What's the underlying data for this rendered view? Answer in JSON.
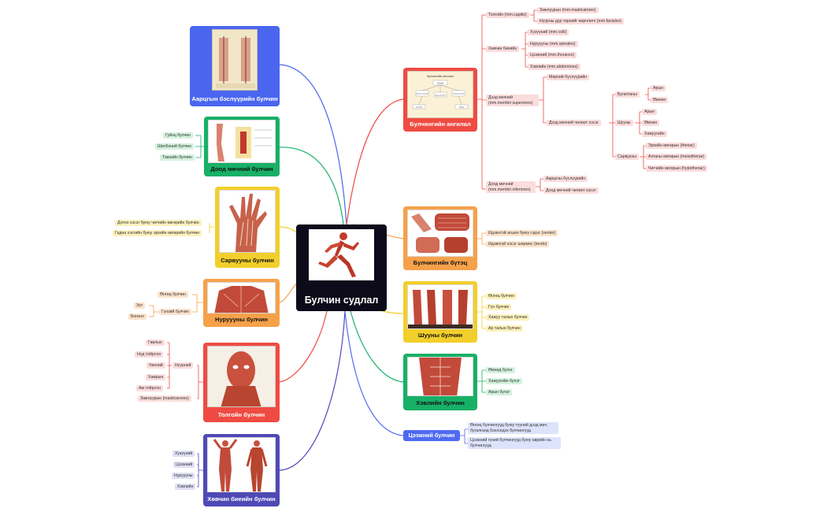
{
  "center": {
    "title": "Булчин судлал"
  },
  "colors": {
    "blue": "#4a66ef",
    "green": "#18b067",
    "yellow": "#f2cf2b",
    "orange": "#f6a14a",
    "red": "#ef4b43",
    "purple": "#4f49b6",
    "darkblue": "#4f6af0",
    "navy": "#0d0b1a"
  },
  "left": {
    "posture": {
      "title": "Аарцгын бэслүүрийн булчин"
    },
    "lowerlimb": {
      "title": "Доод мөчний булчин",
      "items": [
        "Гуйнц булчин",
        "Шилбэний булчин",
        "Тавхайн булчин"
      ]
    },
    "hand": {
      "title": "Сарвууны булчин",
      "items": [
        "Дотно хэсэг буюу чигчийн өвгөрийн булчин",
        "Гадна хэсгийн буюу эрхийн өвгөрийн булчин"
      ]
    },
    "back": {
      "title": "Нуруууны булчин",
      "shallow": "Өнгөц булчин",
      "deep": "Гүнзий булчин",
      "deep_items": [
        "Урт",
        "Богино"
      ]
    },
    "head": {
      "title": "Толгойн булчин",
      "face": "Нүүрний",
      "face_items": [
        "Гавлын",
        "Нүд тойрсон",
        "Чихний",
        "Хамрын",
        "Ам тойрсон"
      ],
      "chew": "Зажлуурын (masticarores)"
    },
    "body": {
      "title": "Хөвчин биеийн булчин",
      "items": [
        "Хүзүүний",
        "Цээжний",
        "Нуруууны",
        "Хэвлийн"
      ]
    }
  },
  "right": {
    "classify": {
      "title": "Булчингийн ангилал",
      "head": {
        "label": "Толгойн (mm.capitis)",
        "items": [
          "Зажлуурын (mm.masticatores)",
          "Нүүрны дүр төрхийг өөрчлөгч (mm.faciales)"
        ]
      },
      "trunk": {
        "label": "Хөвчин биеийн",
        "items": [
          "Хүзүүний (mm.colli)",
          "Нуруууны (mm.spinales)",
          "Цээжний (mm.thoraces)",
          "Хэвлийн (mm.abdomines)"
        ]
      },
      "upper": {
        "label": "Дээд мөчний (mm.membri superiores)",
        "girdle": "Мөрний бүслүүрийн",
        "free": "Дээд мөчний чөлөөт хэсэг",
        "arm": {
          "label": "Бугалганы",
          "items": [
            "Арын",
            "Өмнөн"
          ]
        },
        "forearm": {
          "label": "Шууны",
          "items": [
            "Арын",
            "Өмнөн",
            "Хажуугийн"
          ]
        },
        "palm": {
          "label": "Сарвууны",
          "items": [
            "Эрхийн өвгөрын (thenar)",
            "Алганы өвгөрын (mesothenar)",
            "Чигчийн өвгөрын (hypothenar)"
          ]
        }
      },
      "lower": {
        "label": "Доод мөчний (mm.membri inferiores)",
        "items": [
          "Аарцгны бүслүүрийн",
          "Доод мөчний чөлөөт хэсэг"
        ]
      }
    },
    "structure": {
      "title": "Булчингийн бүтэц",
      "items": [
        "Идэвхтэй агших буюу гэдэс (venter)",
        "Идэвхгүй хэсэг шөрмөс (tendo)"
      ]
    },
    "forearm": {
      "title": "Шууны булчин",
      "items": [
        "Өнгөц булчин",
        "Гүн булчин",
        "Хажуу талын булчин",
        "Ар талын булчин"
      ]
    },
    "abdomen": {
      "title": "Хэвлийн булчин",
      "items": [
        "Өмнөд булэг",
        "Хажуугийн булэг",
        "Арын булэг"
      ]
    },
    "chest": {
      "title": "Цээжний булчин",
      "items": [
        "Өнгөц булчингууд буюу түүний дээд мөч, бугалганд бэхлэгдэх булчингууд",
        "Цээжний гүний булчингууд буюу аврийн нь булчингууд"
      ]
    }
  },
  "thumbs": {
    "classify": {
      "header": "Булчингийн ангилал",
      "boxes": [
        "Толгой",
        "Хөвчин биеийн",
        "Дээд мөчний",
        "Доод мөчний",
        "Хэвлийн",
        "Нуруу"
      ]
    }
  }
}
